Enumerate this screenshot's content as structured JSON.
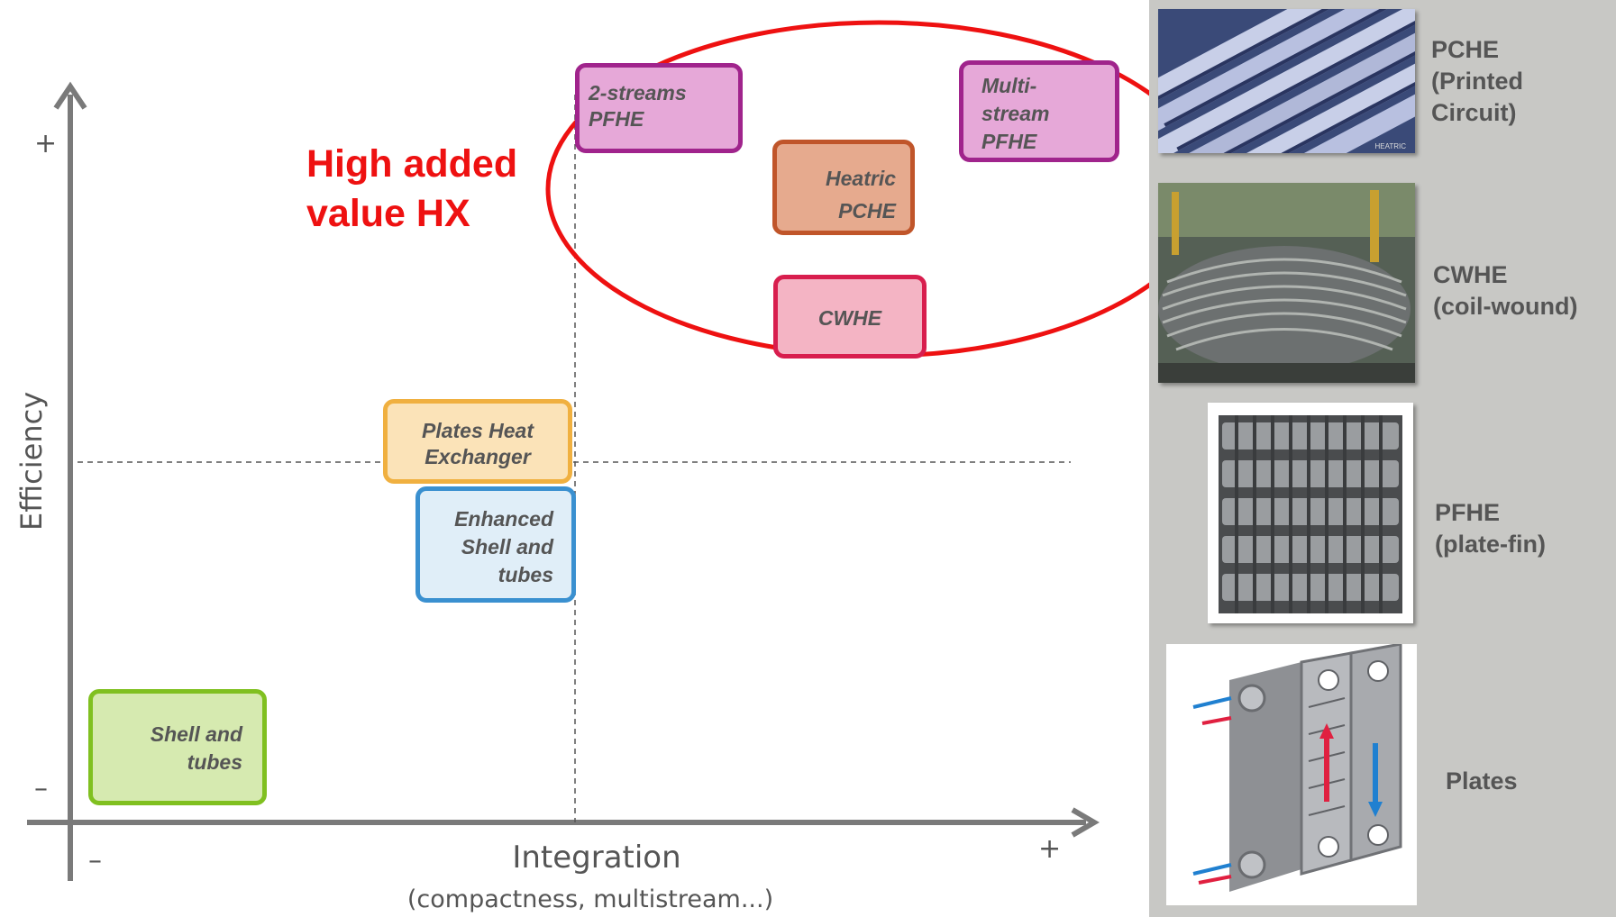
{
  "axes": {
    "y_label": "Efficiency",
    "y_plus": "+",
    "y_minus": "–",
    "x_label": "Integration",
    "x_sublabel": "(compactness, multistream...)",
    "x_minus": "–",
    "x_plus": "+"
  },
  "highlight": {
    "line1": "High added",
    "line2": "value HX",
    "color": "#ee1111"
  },
  "boxes": {
    "two_streams": {
      "l1": "2-streams",
      "l2": "PFHE",
      "border": "#a0248c",
      "fill": "#e6a8d8"
    },
    "multi_stream": {
      "l1": "Multi-",
      "l2": "stream",
      "l3": "PFHE",
      "border": "#a0248c",
      "fill": "#e6a8d8"
    },
    "heatric": {
      "l1": "Heatric",
      "l2": "PCHE",
      "border": "#c0552a",
      "fill": "#e6aa8e"
    },
    "cwhe": {
      "l1": "CWHE",
      "border": "#d81e4e",
      "fill": "#f4b4c4"
    },
    "plates": {
      "l1": "Plates Heat",
      "l2": "Exchanger",
      "border": "#f0b040",
      "fill": "#fbe3b8"
    },
    "enhanced": {
      "l1": "Enhanced",
      "l2": "Shell and",
      "l3": "tubes",
      "border": "#3a90d0",
      "fill": "#e0eef8"
    },
    "shell": {
      "l1": "Shell and",
      "l2": "tubes",
      "border": "#80c020",
      "fill": "#d6eab0"
    }
  },
  "panel": {
    "pche": {
      "l1": "PCHE",
      "l2": "(Printed",
      "l3": "Circuit)"
    },
    "cwhe": {
      "l1": "CWHE",
      "l2": "(coil-wound)"
    },
    "pfhe": {
      "l1": "PFHE",
      "l2": "(plate-fin)"
    },
    "plates": {
      "l1": "Plates"
    },
    "photo_caption": "HEATRIC"
  }
}
